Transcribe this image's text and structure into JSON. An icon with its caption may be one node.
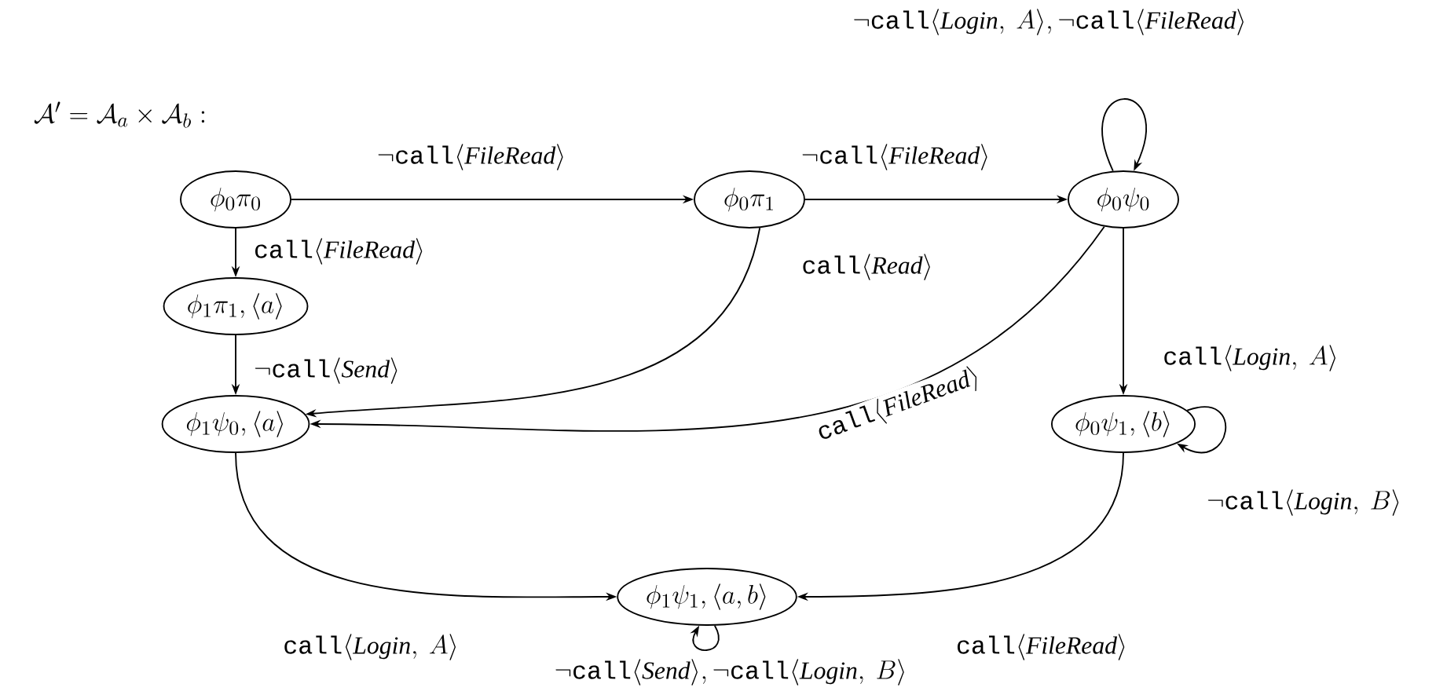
{
  "diagram": {
    "title": "\\mathcal{A}' = \\mathcal{A}_a \\times \\mathcal{A}_b :",
    "nodes": [
      {
        "text": [
          "\\phi_0\\pi_0"
        ]
      },
      {
        "text": [
          "\\phi_0\\pi_1"
        ]
      },
      {
        "text": [
          "\\phi_0\\psi_0"
        ]
      },
      {
        "text": [
          "\\phi_1\\pi_1, \\langle a\\rangle"
        ]
      },
      {
        "text": [
          "\\phi_1\\psi_0, \\langle a\\rangle"
        ]
      },
      {
        "text": [
          "\\phi_0\\psi_1, \\langle b\\rangle"
        ]
      },
      {
        "text": [
          "\\phi_1\\psi_1, \\langle a, b\\rangle"
        ]
      }
    ],
    "edges": [
      {
        "from": 0,
        "to": 1,
        "arrow": "to",
        "label": "\\neg\\texttt{call}\\langle \\mathit{FileRead}\\rangle"
      },
      {
        "from": 1,
        "to": 2,
        "arrow": "to",
        "label": "\\neg\\texttt{call}\\langle \\mathit{FileRead}\\rangle"
      },
      {
        "from": 2,
        "to": 2,
        "arrow": "to",
        "label": "\\neg\\texttt{call}\\langle \\mathit{Login},\\ A\\rangle, \\neg\\texttt{call}\\langle \\mathit{FileRead}\\rangle"
      },
      {
        "from": 0,
        "to": 3,
        "arrow": "to",
        "label": "\\texttt{call}\\langle \\mathit{FileRead}\\rangle"
      },
      {
        "from": 3,
        "to": 4,
        "arrow": "to",
        "label": "\\neg\\texttt{call}\\langle \\mathit{Send}\\rangle"
      },
      {
        "from": 1,
        "to": 4,
        "arrow": "to",
        "label": "\\texttt{call}\\langle \\mathit{Read}\\rangle"
      },
      {
        "from": 2,
        "to": 4,
        "arrow": "to",
        "label": "\\texttt{call}\\langle \\mathit{FileRead}\\rangle"
      },
      {
        "from": 2,
        "to": 5,
        "arrow": "to",
        "label": "\\texttt{call}\\langle \\mathit{Login},\\ A\\rangle"
      },
      {
        "from": 5,
        "to": 5,
        "arrow": "to",
        "label": "\\neg\\texttt{call}\\langle \\mathit{Login},\\ B\\rangle"
      },
      {
        "from": 4,
        "to": 6,
        "arrow": "to",
        "label": "\\texttt{call}\\langle \\mathit{Login},\\ A\\rangle"
      },
      {
        "from": 5,
        "to": 6,
        "arrow": "to",
        "label": "\\texttt{call}\\langle \\mathit{FileRead}\\rangle"
      },
      {
        "from": 6,
        "to": 6,
        "arrow": "to",
        "label": "\\neg\\texttt{call}\\langle \\mathit{Send}\\rangle, \\neg\\texttt{call}\\langle \\mathit{Login},\\ B\\rangle"
      }
    ]
  }
}
